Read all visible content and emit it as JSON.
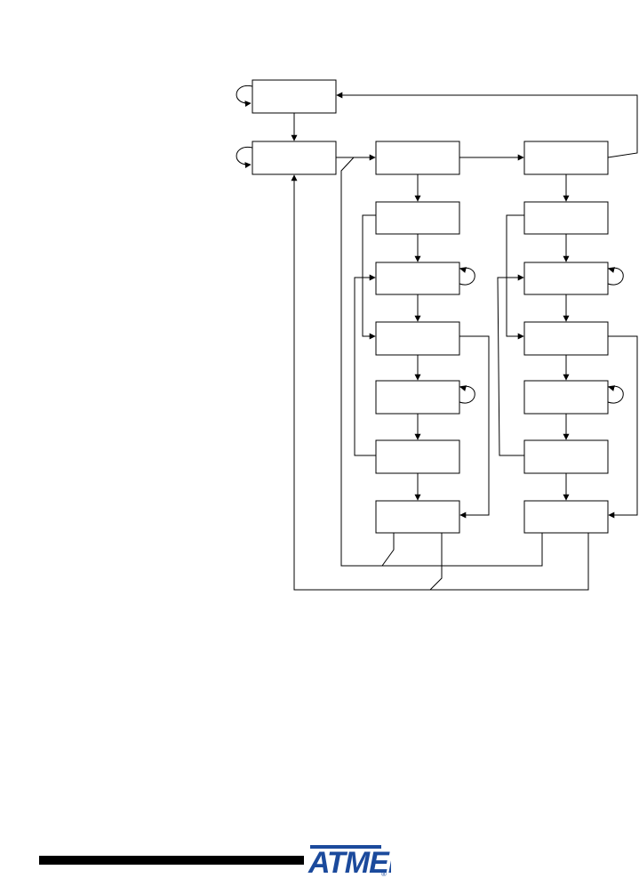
{
  "diagram": {
    "type": "state-machine-flowchart",
    "line_color": "#000000",
    "box_fill": "#ffffff",
    "states": [
      {
        "id": "state-1",
        "label": ""
      },
      {
        "id": "state-2",
        "label": ""
      },
      {
        "id": "col1-state-1",
        "label": ""
      },
      {
        "id": "col1-state-2",
        "label": ""
      },
      {
        "id": "col1-state-3",
        "label": ""
      },
      {
        "id": "col1-state-4",
        "label": ""
      },
      {
        "id": "col1-state-5",
        "label": ""
      },
      {
        "id": "col1-state-6",
        "label": ""
      },
      {
        "id": "col1-state-7",
        "label": ""
      },
      {
        "id": "col2-state-1",
        "label": ""
      },
      {
        "id": "col2-state-2",
        "label": ""
      },
      {
        "id": "col2-state-3",
        "label": ""
      },
      {
        "id": "col2-state-4",
        "label": ""
      },
      {
        "id": "col2-state-5",
        "label": ""
      },
      {
        "id": "col2-state-6",
        "label": ""
      },
      {
        "id": "col2-state-7",
        "label": ""
      }
    ]
  },
  "footer": {
    "logo_text": "ATMEL",
    "logo_mark": "®",
    "brand_color": "#1b4a9c",
    "bar_color": "#000000"
  }
}
